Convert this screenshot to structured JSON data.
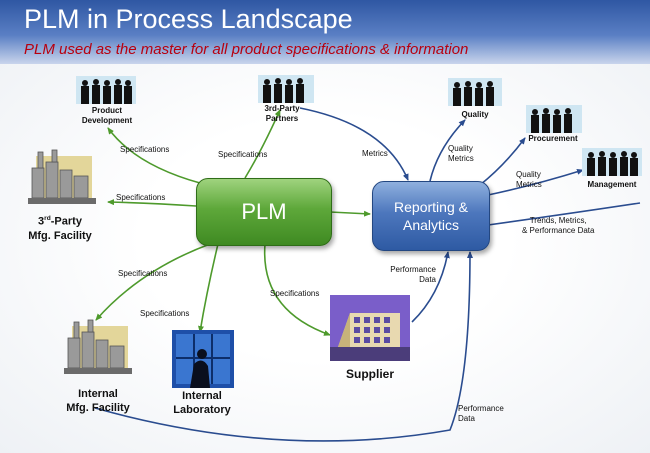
{
  "header": {
    "title": "PLM in Process Landscape",
    "subtitle": "PLM used as the master for all product specifications & information"
  },
  "nodes": {
    "plm": "PLM",
    "reporting": [
      "Reporting &",
      "Analytics"
    ],
    "product_development": [
      "Product",
      "Development"
    ],
    "third_party_partners": [
      "3rd-Party",
      "Partners"
    ],
    "quality": "Quality",
    "procurement": "Procurement",
    "management": "Management",
    "third_party_mfg": {
      "sup_prefix": "3",
      "sup": "rd",
      "line1_rest": "-Party",
      "line2": "Mfg. Facility"
    },
    "internal_mfg": [
      "Internal",
      "Mfg. Facility"
    ],
    "internal_lab": [
      "Internal",
      "Laboratory"
    ],
    "supplier": "Supplier"
  },
  "edge_labels": {
    "spec_product_dev": "Specifications",
    "spec_partners": "Specifications",
    "spec_3rd_mfg": "Specifications",
    "spec_internal_mfg": "Specifications",
    "spec_lab": "Specifications",
    "spec_supplier": "Specifications",
    "metrics": "Metrics",
    "quality_metrics_1": [
      "Quality",
      "Metrics"
    ],
    "quality_metrics_2": [
      "Quality",
      "Metrics"
    ],
    "trends": [
      "Trends, Metrics,",
      "& Performance Data"
    ],
    "perf_supplier": [
      "Performance",
      "Data"
    ],
    "perf_internal": [
      "Performance",
      "Data"
    ]
  },
  "colors": {
    "green_arrow": "#4e9a2c",
    "blue_arrow": "#2a4c8f",
    "title_bar": "#2f57a3",
    "subtitle": "#b8000f"
  }
}
